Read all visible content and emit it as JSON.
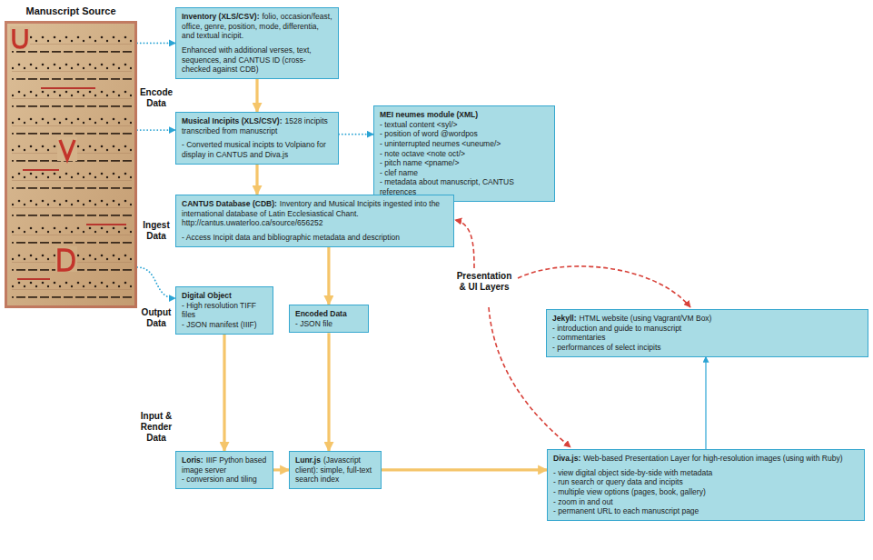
{
  "diagram": {
    "nodes": [
      {
        "text": [
          "Manuscript Source"
        ]
      },
      {
        "text": [
          "Inventory (XLS/CSV):",
          "folio, occasion/feast, office, genre,  position, mode, differentia, and textual incipit.",
          "Enhanced with additional verses, text, sequences, and CANTUS ID (cross-checked against CDB)"
        ]
      },
      {
        "text": [
          "Musical Incipits (XLS/CSV):",
          "1528 incipits transcribed from manuscript",
          "- Converted musical incipts to Volpiano for display in CANTUS and Diva.js"
        ]
      },
      {
        "text": [
          "MEI neumes module (XML)",
          "- textual content <syl/>",
          "- position of word @wordpos",
          "- uninterrupted neumes <uneume/>",
          "- note octave <note oct/>",
          "- pitch name <pname/>",
          "- clef name",
          "- metadata about manuscript, CANTUS references"
        ]
      },
      {
        "text": [
          "CANTUS Database (CDB):",
          "Inventory and Musical Incipits ingested into the international database of Latin Ecclesiastical Chant.",
          "http://cantus.uwaterloo.ca/source/656252",
          "- Access Incipit data and bibliographic metadata and description"
        ]
      },
      {
        "text": [
          "Digital Object",
          "- High resolution TIFF files",
          "- JSON manifest (IIIF)"
        ]
      },
      {
        "text": [
          "Encoded Data",
          "- JSON file"
        ]
      },
      {
        "text": [
          "Jekyll:",
          "HTML website (using Vagrant/VM Box)",
          "- introduction and guide to manuscript",
          "- commentaries",
          "- performances of select incipits"
        ]
      },
      {
        "text": [
          "Loris:",
          "IIIF Python based image server",
          "- conversion and tiling"
        ]
      },
      {
        "text": [
          "Lunr.js",
          "(Javascript client): simple, full-text search index"
        ]
      },
      {
        "text": [
          "Diva.js:",
          "Web-based Presentation Layer for high-resolution images (using with Ruby)",
          "- view digital object side-by-side with metadata",
          "- run search or query data and incipits",
          "- multiple view options (pages, book, gallery)",
          "- zoom in and out",
          "- permanent URL to each manuscript page"
        ]
      }
    ],
    "edges": [
      {
        "from": 0,
        "to": 1,
        "arrow": "to"
      },
      {
        "from": 0,
        "to": 2,
        "arrow": "to"
      },
      {
        "from": 0,
        "to": 5,
        "arrow": "to"
      },
      {
        "from": 2,
        "to": 3,
        "arrow": "to"
      },
      {
        "from": 1,
        "to": 2,
        "arrow": "to"
      },
      {
        "from": 2,
        "to": 4,
        "arrow": "to"
      },
      {
        "from": 4,
        "to": 6,
        "arrow": "to"
      },
      {
        "from": 5,
        "to": 8,
        "arrow": "to"
      },
      {
        "from": 6,
        "to": 9,
        "arrow": "to"
      },
      {
        "from": 8,
        "to": 9,
        "arrow": "to"
      },
      {
        "from": 9,
        "to": 10,
        "arrow": "to"
      },
      {
        "from": 10,
        "to": 7,
        "arrow": "to"
      }
    ],
    "labels": [
      "Encode Data",
      "Ingest Data",
      "Presentation & UI Layers",
      "Output Data",
      "Input & Render Data"
    ]
  }
}
